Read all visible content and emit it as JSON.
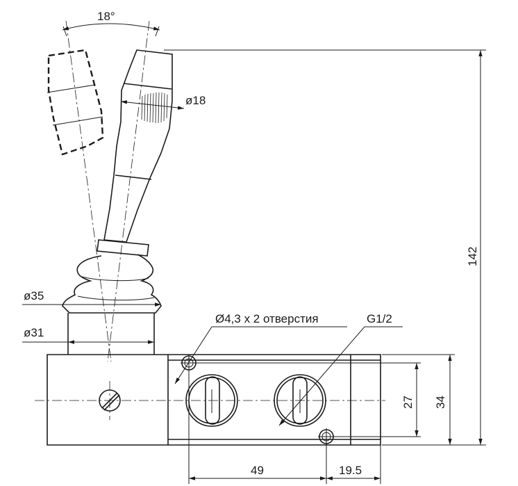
{
  "drawing": {
    "labels": {
      "angle": "18°",
      "handle_diameter": "ø18",
      "boot_diameter": "ø35",
      "neck_diameter": "ø31",
      "holes_note": "Ø4,3 x 2 отверстия",
      "port_thread": "G1/2",
      "height_total": "142",
      "height_body": "34",
      "hole_spacing": "27",
      "port_spacing": "49",
      "hole_offset": "19.5"
    }
  }
}
